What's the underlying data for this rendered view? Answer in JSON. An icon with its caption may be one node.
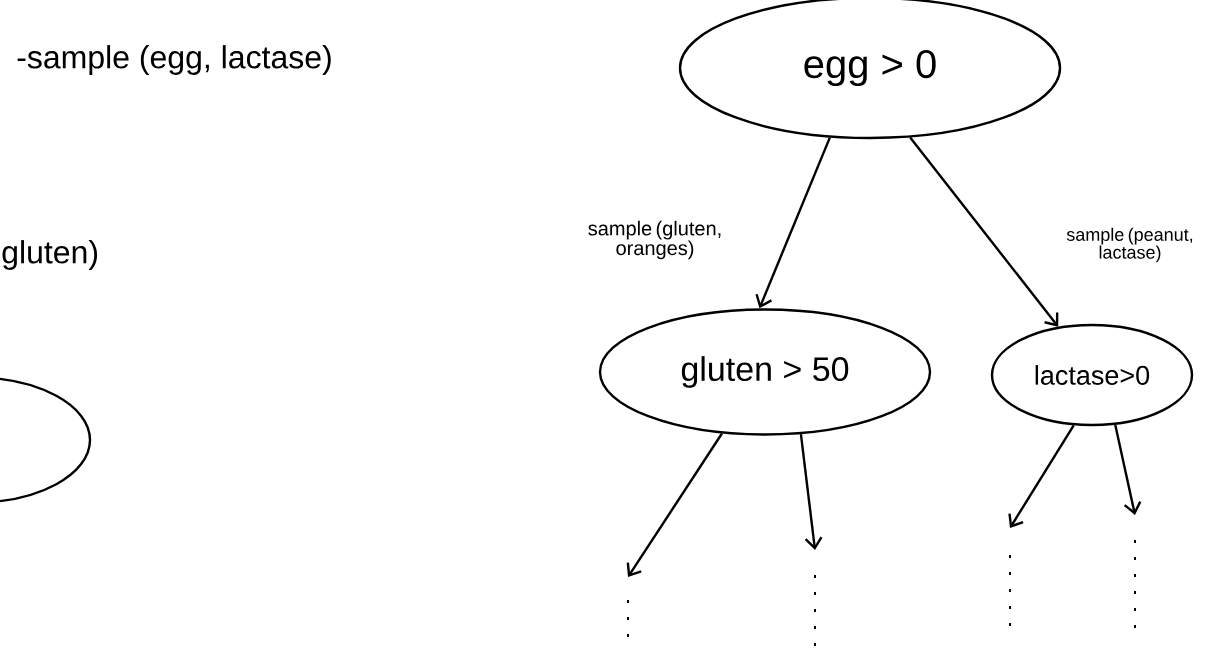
{
  "diagram": {
    "nodes": [
      {
        "text": [
          "egg > 0"
        ]
      },
      {
        "text": [
          "gluten > 50"
        ]
      },
      {
        "text": [
          "lactase>0"
        ]
      },
      {
        "text": [],
        "shape": "ellipse"
      }
    ],
    "edges": [
      {
        "from": 0,
        "to": 1,
        "arrow": "to",
        "label": "sample (gluten, oranges)"
      },
      {
        "from": 0,
        "to": 2,
        "arrow": "to",
        "label": "sample (peanut, lactase)"
      },
      {
        "from": 1,
        "to": null,
        "arrow": "to"
      },
      {
        "from": 1,
        "to": null,
        "arrow": "to"
      },
      {
        "from": 2,
        "to": null,
        "arrow": "to"
      },
      {
        "from": 2,
        "to": null,
        "arrow": "to"
      }
    ],
    "labels": [
      "-sample (egg, lactase)",
      "gluten)"
    ]
  }
}
